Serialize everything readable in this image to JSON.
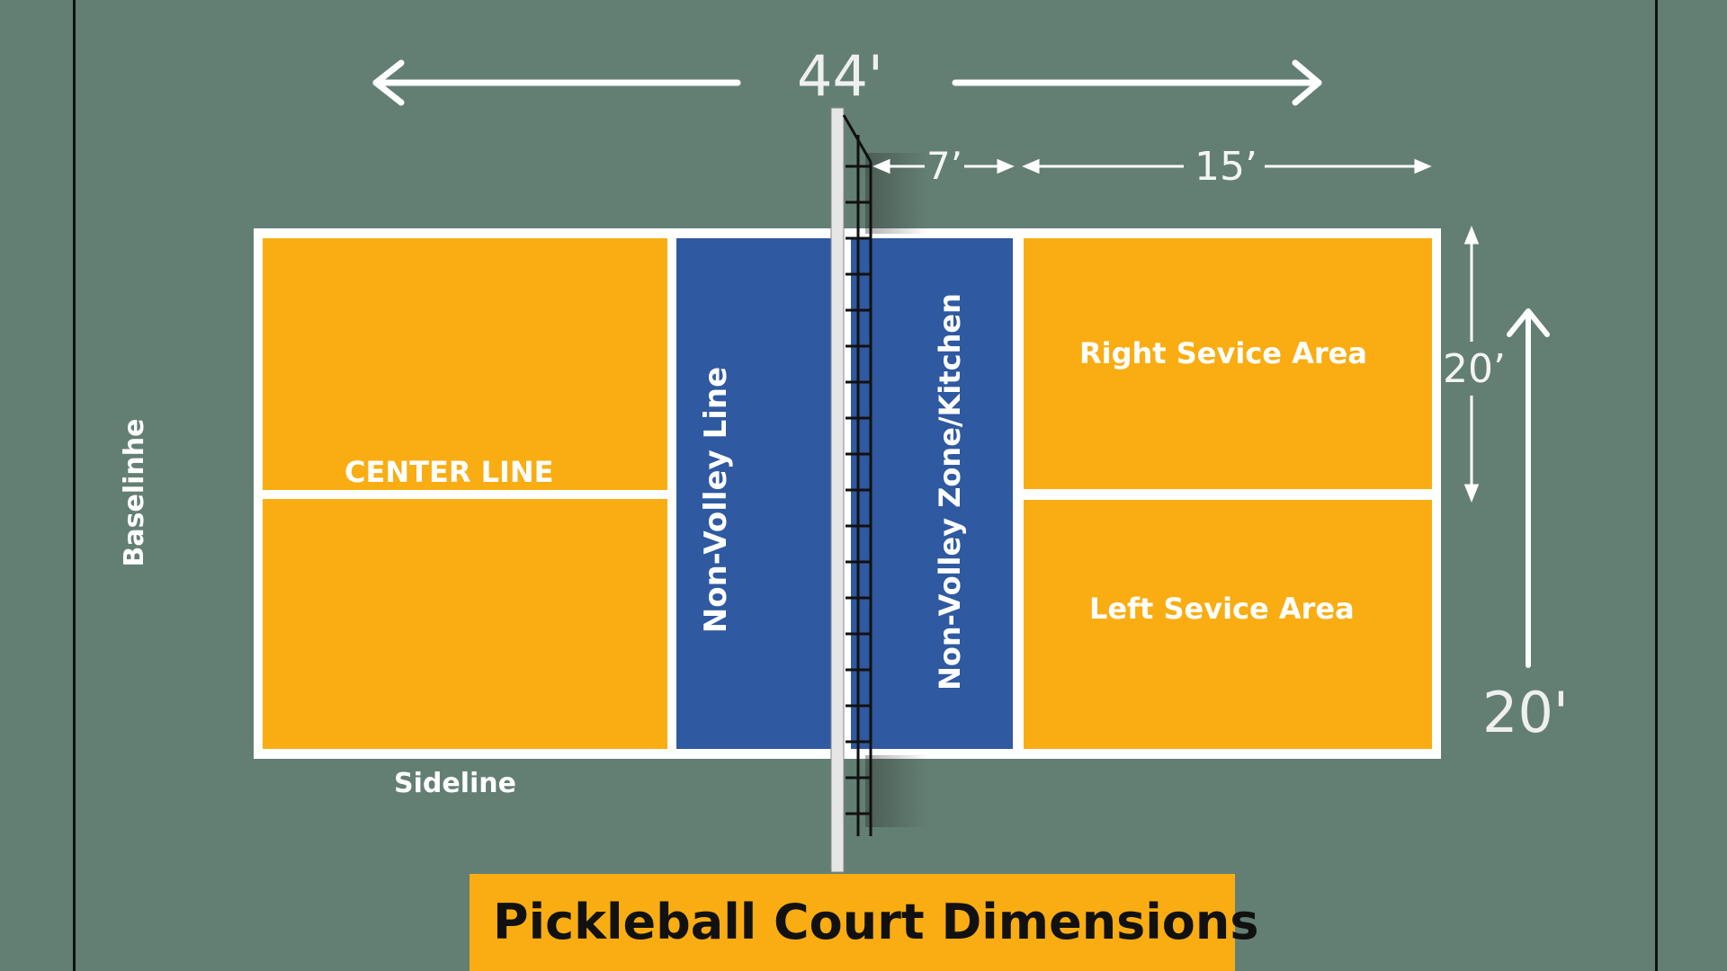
{
  "title": "Pickleball Court Dimensions",
  "labels": {
    "total_length": "44'",
    "kitchen_depth": "7’",
    "service_depth": "15’",
    "half_width": "20’",
    "full_width": "20'",
    "center_line": "CENTER LINE",
    "baseline": "Baselinhe",
    "sideline": "Sideline",
    "non_volley_line": "Non-Volley Line",
    "kitchen": "Non-Volley Zone/Kitchen",
    "right_service": "Right Sevice Area",
    "left_service": "Left Sevice Area"
  },
  "colors": {
    "background": "#637f73",
    "service_area": "#f9ad12",
    "kitchen_zone": "#2f59a0",
    "court_lines": "#ffffff",
    "title_box": "#f9ad12"
  }
}
